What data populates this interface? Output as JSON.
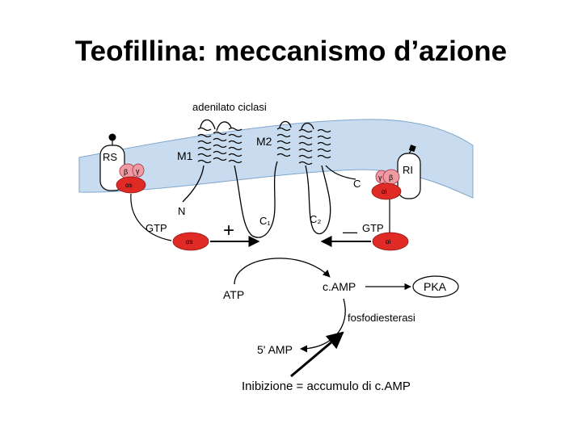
{
  "slide": {
    "title": "Teofillina: meccanismo d’azione",
    "caption": "Inibizione = accumulo di c.AMP"
  },
  "diagram": {
    "enzyme_label": "adenilato ciclasi",
    "receptor_stimulatory": "RS",
    "receptor_inhibitory": "RI",
    "domain_m1": "M1",
    "domain_m2": "M2",
    "n_terminus": "N",
    "c_terminus": "C",
    "loop_c1": "C₁",
    "loop_c2": "C₂",
    "gtp_left": "GTP",
    "gtp_right": "GTP",
    "plus_sign": "+",
    "minus_sign": "—",
    "alpha_s_label": "αs",
    "alpha_i_label": "αi",
    "beta_label": "β",
    "gamma_label": "γ",
    "atp": "ATP",
    "camp": "c.AMP",
    "pka": "PKA",
    "phosphodiesterase": "fosfodiesterasi",
    "amp5": "5' AMP"
  },
  "colors": {
    "membrane": "#c9dcef",
    "g_protein_red": "#e02a25",
    "g_protein_pink": "#f09aa3",
    "line": "#000000"
  }
}
